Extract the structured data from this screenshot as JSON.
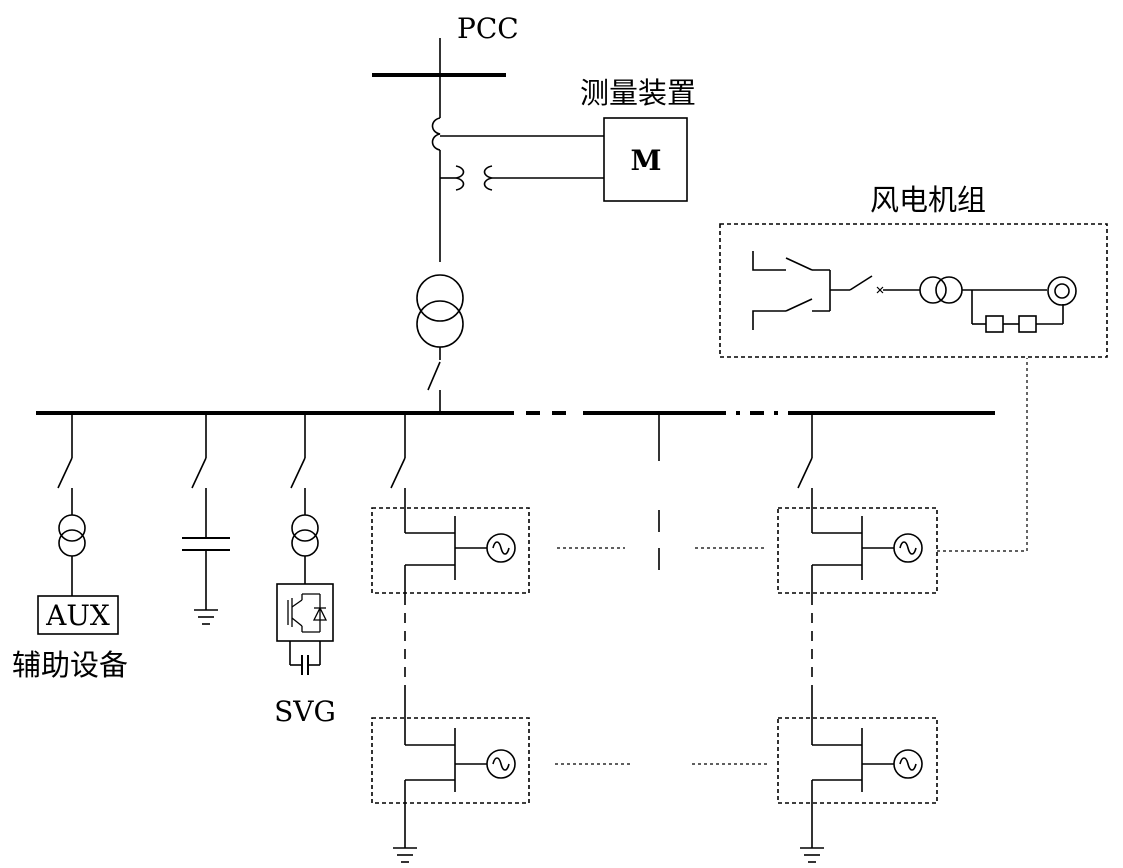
{
  "labels": {
    "pcc": "PCC",
    "measuring_device": "测量装置",
    "meter_symbol": "M",
    "wind_turbine_unit": "风电机组",
    "aux_box": "AUX",
    "aux_equipment": "辅助设备",
    "svg": "SVG"
  },
  "colors": {
    "line": "#000000",
    "background": "#ffffff"
  }
}
